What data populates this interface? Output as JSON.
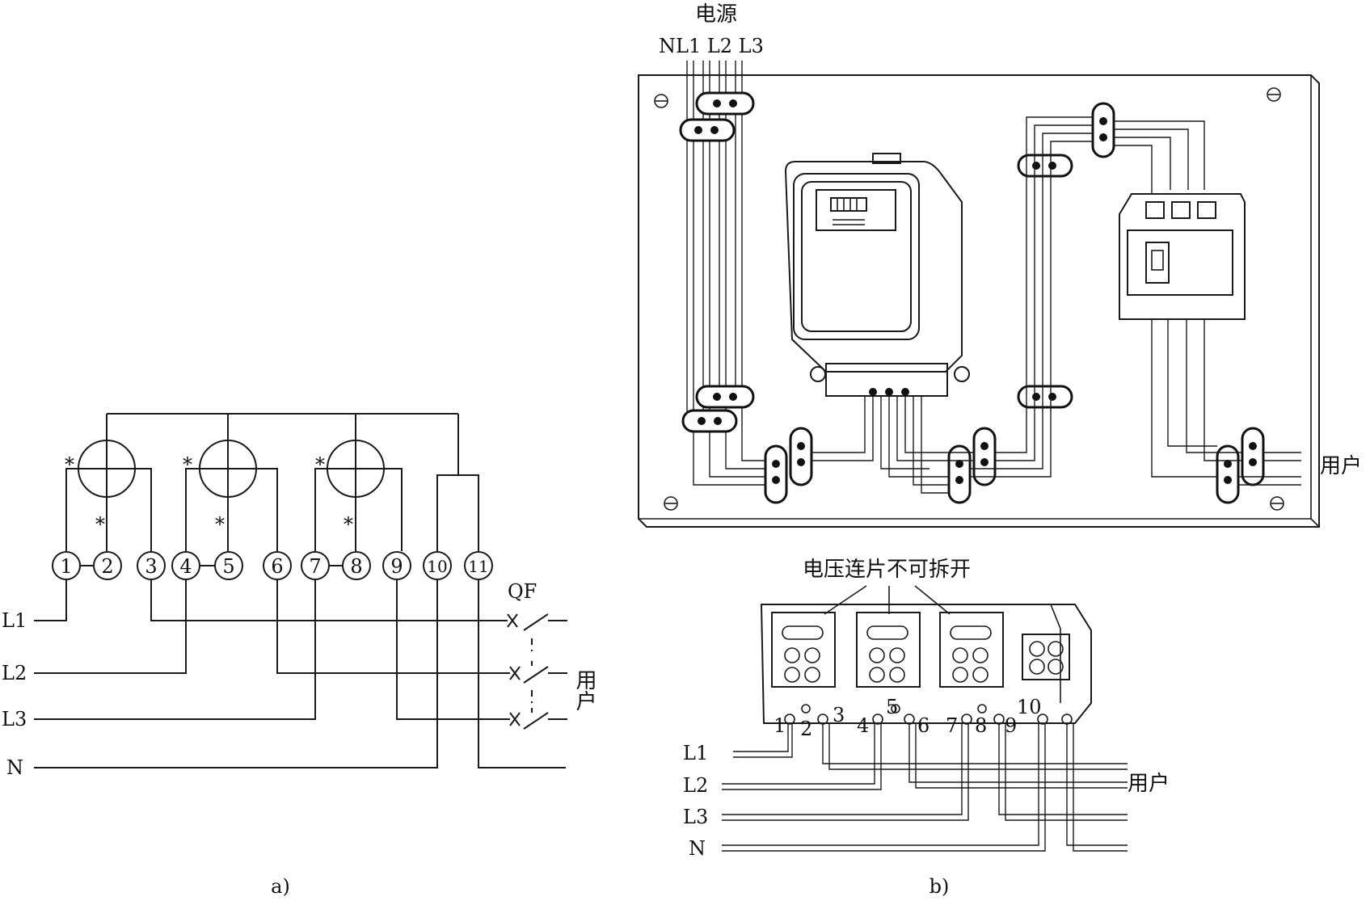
{
  "diagram_a": {
    "caption": "a)",
    "terminals": [
      "1",
      "2",
      "3",
      "4",
      "5",
      "6",
      "7",
      "8",
      "9",
      "10",
      "11"
    ],
    "lines": [
      "L1",
      "L2",
      "L3",
      "N"
    ],
    "breaker": "QF",
    "user_label": "用户",
    "polarity_mark": "*"
  },
  "diagram_b": {
    "caption": "b)",
    "source_label": "电源",
    "source_lines": "NL1 L2 L3",
    "user_label": "用户"
  },
  "terminal_block": {
    "note": "电压连片不可拆开",
    "terminals": [
      "1",
      "2",
      "3",
      "4",
      "5",
      "6",
      "7",
      "8",
      "9",
      "10"
    ],
    "lines": [
      "L1",
      "L2",
      "L3",
      "N"
    ],
    "user_label": "用户"
  }
}
